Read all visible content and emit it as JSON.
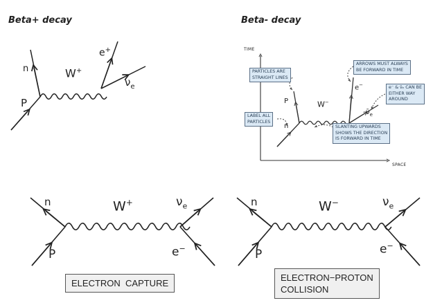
{
  "titles": {
    "beta_plus": "Beta+ decay",
    "beta_minus": "Beta- decay"
  },
  "beta_plus": {
    "n": "n",
    "w": "W",
    "w_sup": "+",
    "e": "e",
    "e_sup": "+",
    "nu": "ν",
    "nu_sub": "e",
    "p": "P"
  },
  "beta_minus": {
    "time_axis": "TIME",
    "space_axis": "SPACE",
    "n": "n",
    "p": "P",
    "w": "W",
    "w_sup": "−",
    "e": "e",
    "e_sup": "−",
    "nu": "ν̄",
    "nu_sub": "e",
    "notes": {
      "straight_lines": "PARTICLES ARE\nSTRAIGHT LINES",
      "label_all": "LABEL ALL\nPARTICLES",
      "arrows_forward": "ARROWS MUST ALWAYS\nBE FORWARD IN TIME",
      "either_way": "e⁻ & ν̄ₑ CAN BE\nEITHER WAY\nAROUND",
      "slanting": "SLANTING UPWARDS\nSHOWS THE DIRECTION\nIS FORWARD IN TIME"
    }
  },
  "electron_capture": {
    "n": "n",
    "p": "P",
    "w": "W",
    "w_sup": "+",
    "nu": "ν",
    "nu_sub": "e",
    "e": "e",
    "e_sup": "−",
    "caption": "ELECTRON  CAPTURE"
  },
  "electron_proton_collision": {
    "n": "n",
    "p": "P",
    "w": "W",
    "w_sup": "−",
    "nu": "ν",
    "nu_sub": "e",
    "e": "e",
    "e_sup": "−",
    "caption": "ELECTRON−PROTON\nCOLLISION"
  }
}
